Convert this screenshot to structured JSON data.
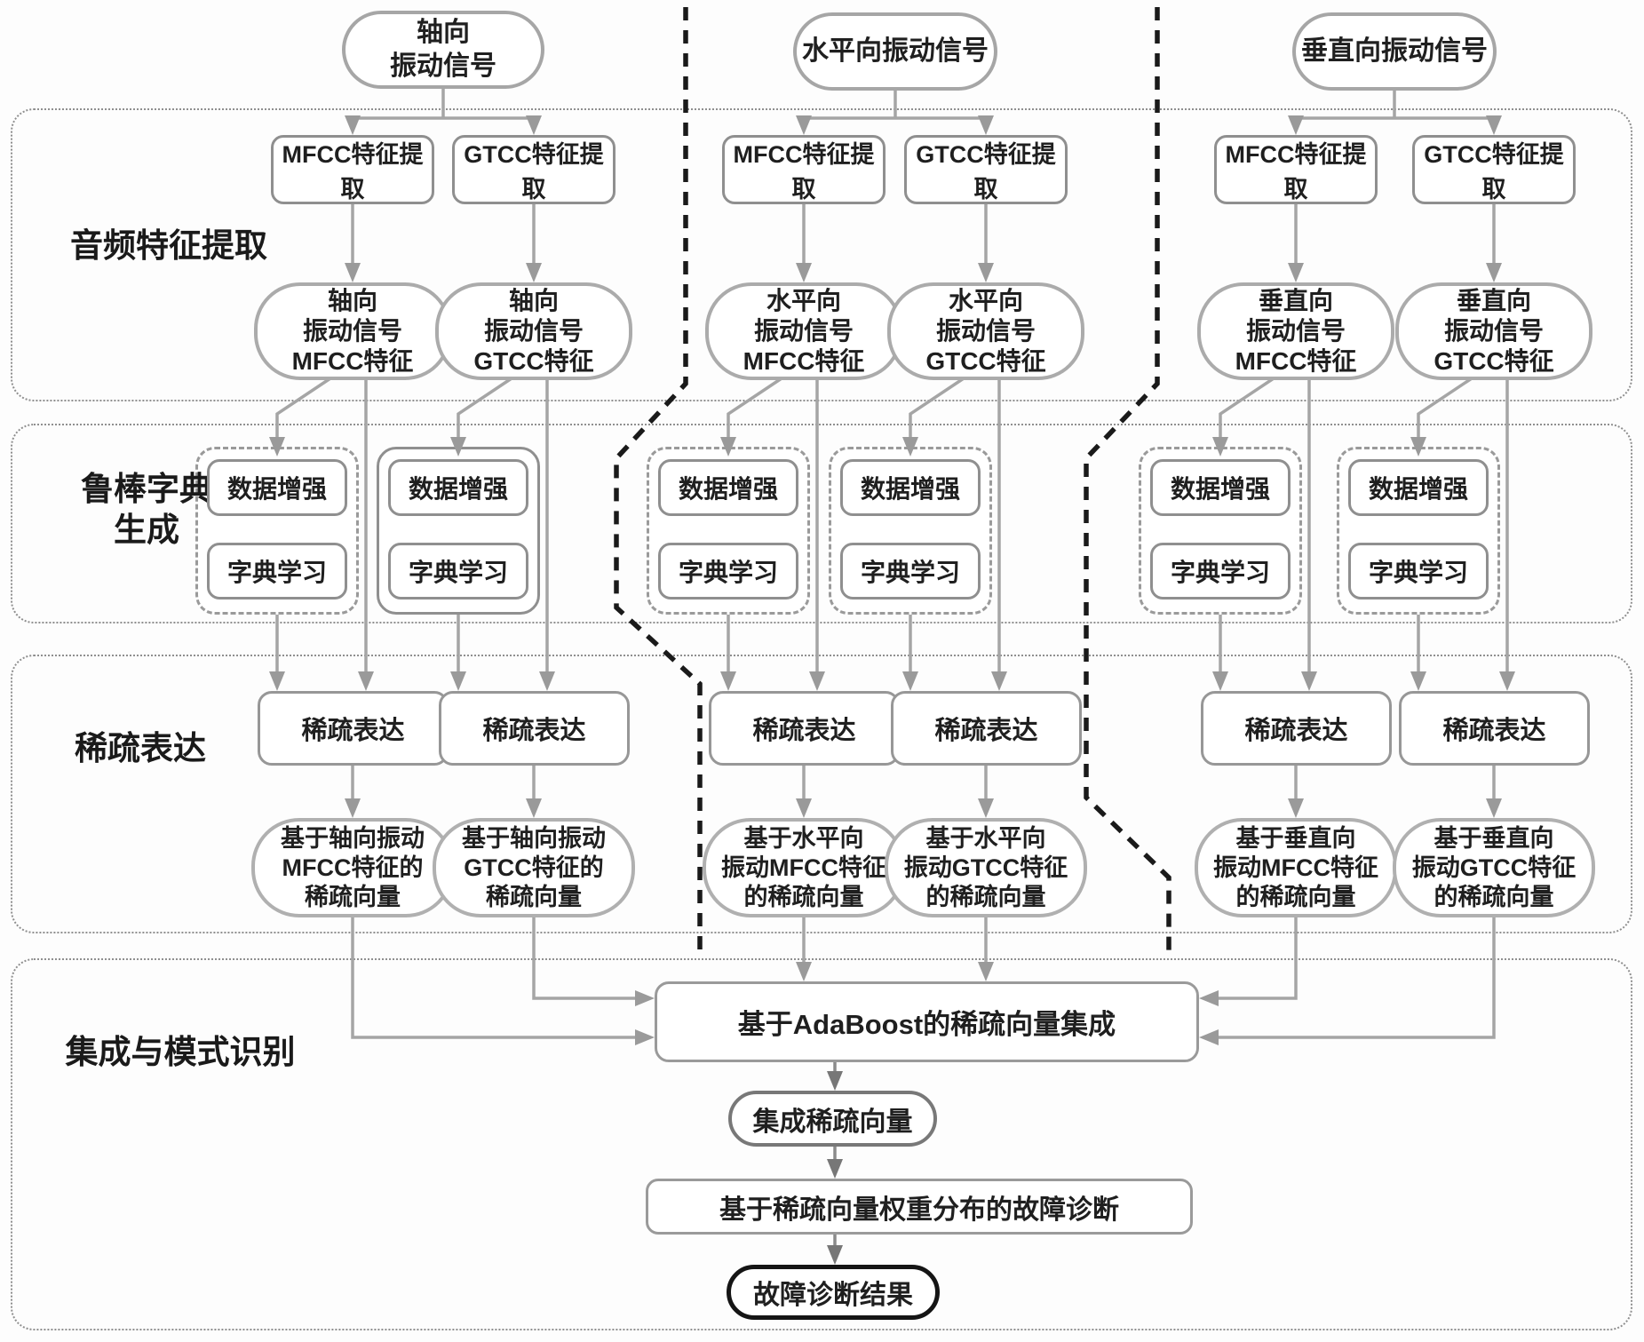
{
  "sections": [
    {
      "label": "音频特征提取"
    },
    {
      "label": "鲁棒字典\n生成"
    },
    {
      "label": "稀疏表达"
    },
    {
      "label": "集成与模式识别"
    }
  ],
  "signals": [
    {
      "lines": [
        "轴向",
        "振动信号"
      ]
    },
    {
      "lines": [
        "水平向振动信号"
      ]
    },
    {
      "lines": [
        "垂直向振动信号"
      ]
    }
  ],
  "columns": [
    {
      "extract": "MFCC特征提取",
      "feature": [
        "轴向",
        "振动信号",
        "MFCC特征"
      ],
      "augment": "数据增强",
      "dictionary": "字典学习",
      "sparse": "稀疏表达",
      "vector": [
        "基于轴向振动",
        "MFCC特征的",
        "稀疏向量"
      ]
    },
    {
      "extract": "GTCC特征提取",
      "feature": [
        "轴向",
        "振动信号",
        "GTCC特征"
      ],
      "augment": "数据增强",
      "dictionary": "字典学习",
      "sparse": "稀疏表达",
      "vector": [
        "基于轴向振动",
        "GTCC特征的",
        "稀疏向量"
      ]
    },
    {
      "extract": "MFCC特征提取",
      "feature": [
        "水平向",
        "振动信号",
        "MFCC特征"
      ],
      "augment": "数据增强",
      "dictionary": "字典学习",
      "sparse": "稀疏表达",
      "vector": [
        "基于水平向",
        "振动MFCC特征",
        "的稀疏向量"
      ]
    },
    {
      "extract": "GTCC特征提取",
      "feature": [
        "水平向",
        "振动信号",
        "GTCC特征"
      ],
      "augment": "数据增强",
      "dictionary": "字典学习",
      "sparse": "稀疏表达",
      "vector": [
        "基于水平向",
        "振动GTCC特征",
        "的稀疏向量"
      ]
    },
    {
      "extract": "MFCC特征提取",
      "feature": [
        "垂直向",
        "振动信号",
        "MFCC特征"
      ],
      "augment": "数据增强",
      "dictionary": "字典学习",
      "sparse": "稀疏表达",
      "vector": [
        "基于垂直向",
        "振动MFCC特征",
        "的稀疏向量"
      ]
    },
    {
      "extract": "GTCC特征提取",
      "feature": [
        "垂直向",
        "振动信号",
        "GTCC特征"
      ],
      "augment": "数据增强",
      "dictionary": "字典学习",
      "sparse": "稀疏表达",
      "vector": [
        "基于垂直向",
        "振动GTCC特征",
        "的稀疏向量"
      ]
    }
  ],
  "ensemble": {
    "adaboost": "基于AdaBoost的稀疏向量集成",
    "vector": "集成稀疏向量",
    "diagnosis": "基于稀疏向量权重分布的故障诊断",
    "result": "故障诊断结果"
  },
  "colors": {
    "wire": "#a5a5a5",
    "wire_dark": "#8a8a8a",
    "arrow": "#9a9a9a",
    "separator": "#1a1a1a",
    "box_border": "#8f8f8f",
    "section_border": "#8f8f8f",
    "text": "#1a1a1a"
  }
}
